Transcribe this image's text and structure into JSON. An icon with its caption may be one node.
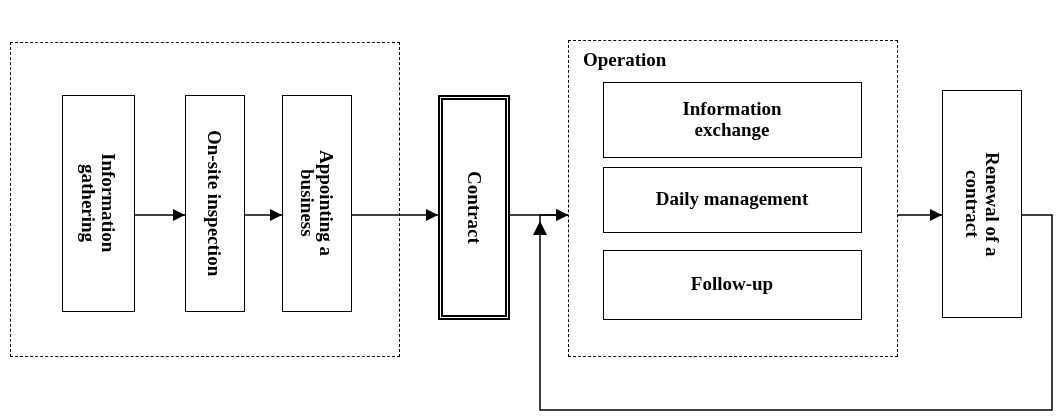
{
  "diagram": {
    "nodes": [
      {
        "text": [],
        "shape": "box"
      },
      {
        "text": [
          "Information gathering"
        ],
        "in": 0
      },
      {
        "text": [
          "On-site inspection"
        ],
        "in": 0
      },
      {
        "text": [
          "Appointing a business"
        ],
        "in": 0
      },
      {
        "text": [
          "Contract"
        ]
      },
      {
        "text": [
          "Operation"
        ]
      },
      {
        "text": [
          "Information exchange"
        ],
        "in": 5
      },
      {
        "text": [
          "Daily management"
        ],
        "in": 5
      },
      {
        "text": [
          "Follow-up"
        ],
        "in": 5
      },
      {
        "text": [
          "Renewal of a contract"
        ]
      }
    ],
    "edges": [
      {
        "from": 1,
        "to": 2,
        "arrow": "to"
      },
      {
        "from": 2,
        "to": 3,
        "arrow": "to"
      },
      {
        "from": 3,
        "to": 4,
        "arrow": "to"
      },
      {
        "from": 4,
        "to": 5,
        "arrow": "to"
      },
      {
        "from": 5,
        "to": 9,
        "arrow": "to"
      },
      {
        "from": 9,
        "to": 5,
        "arrow": "to"
      }
    ]
  }
}
